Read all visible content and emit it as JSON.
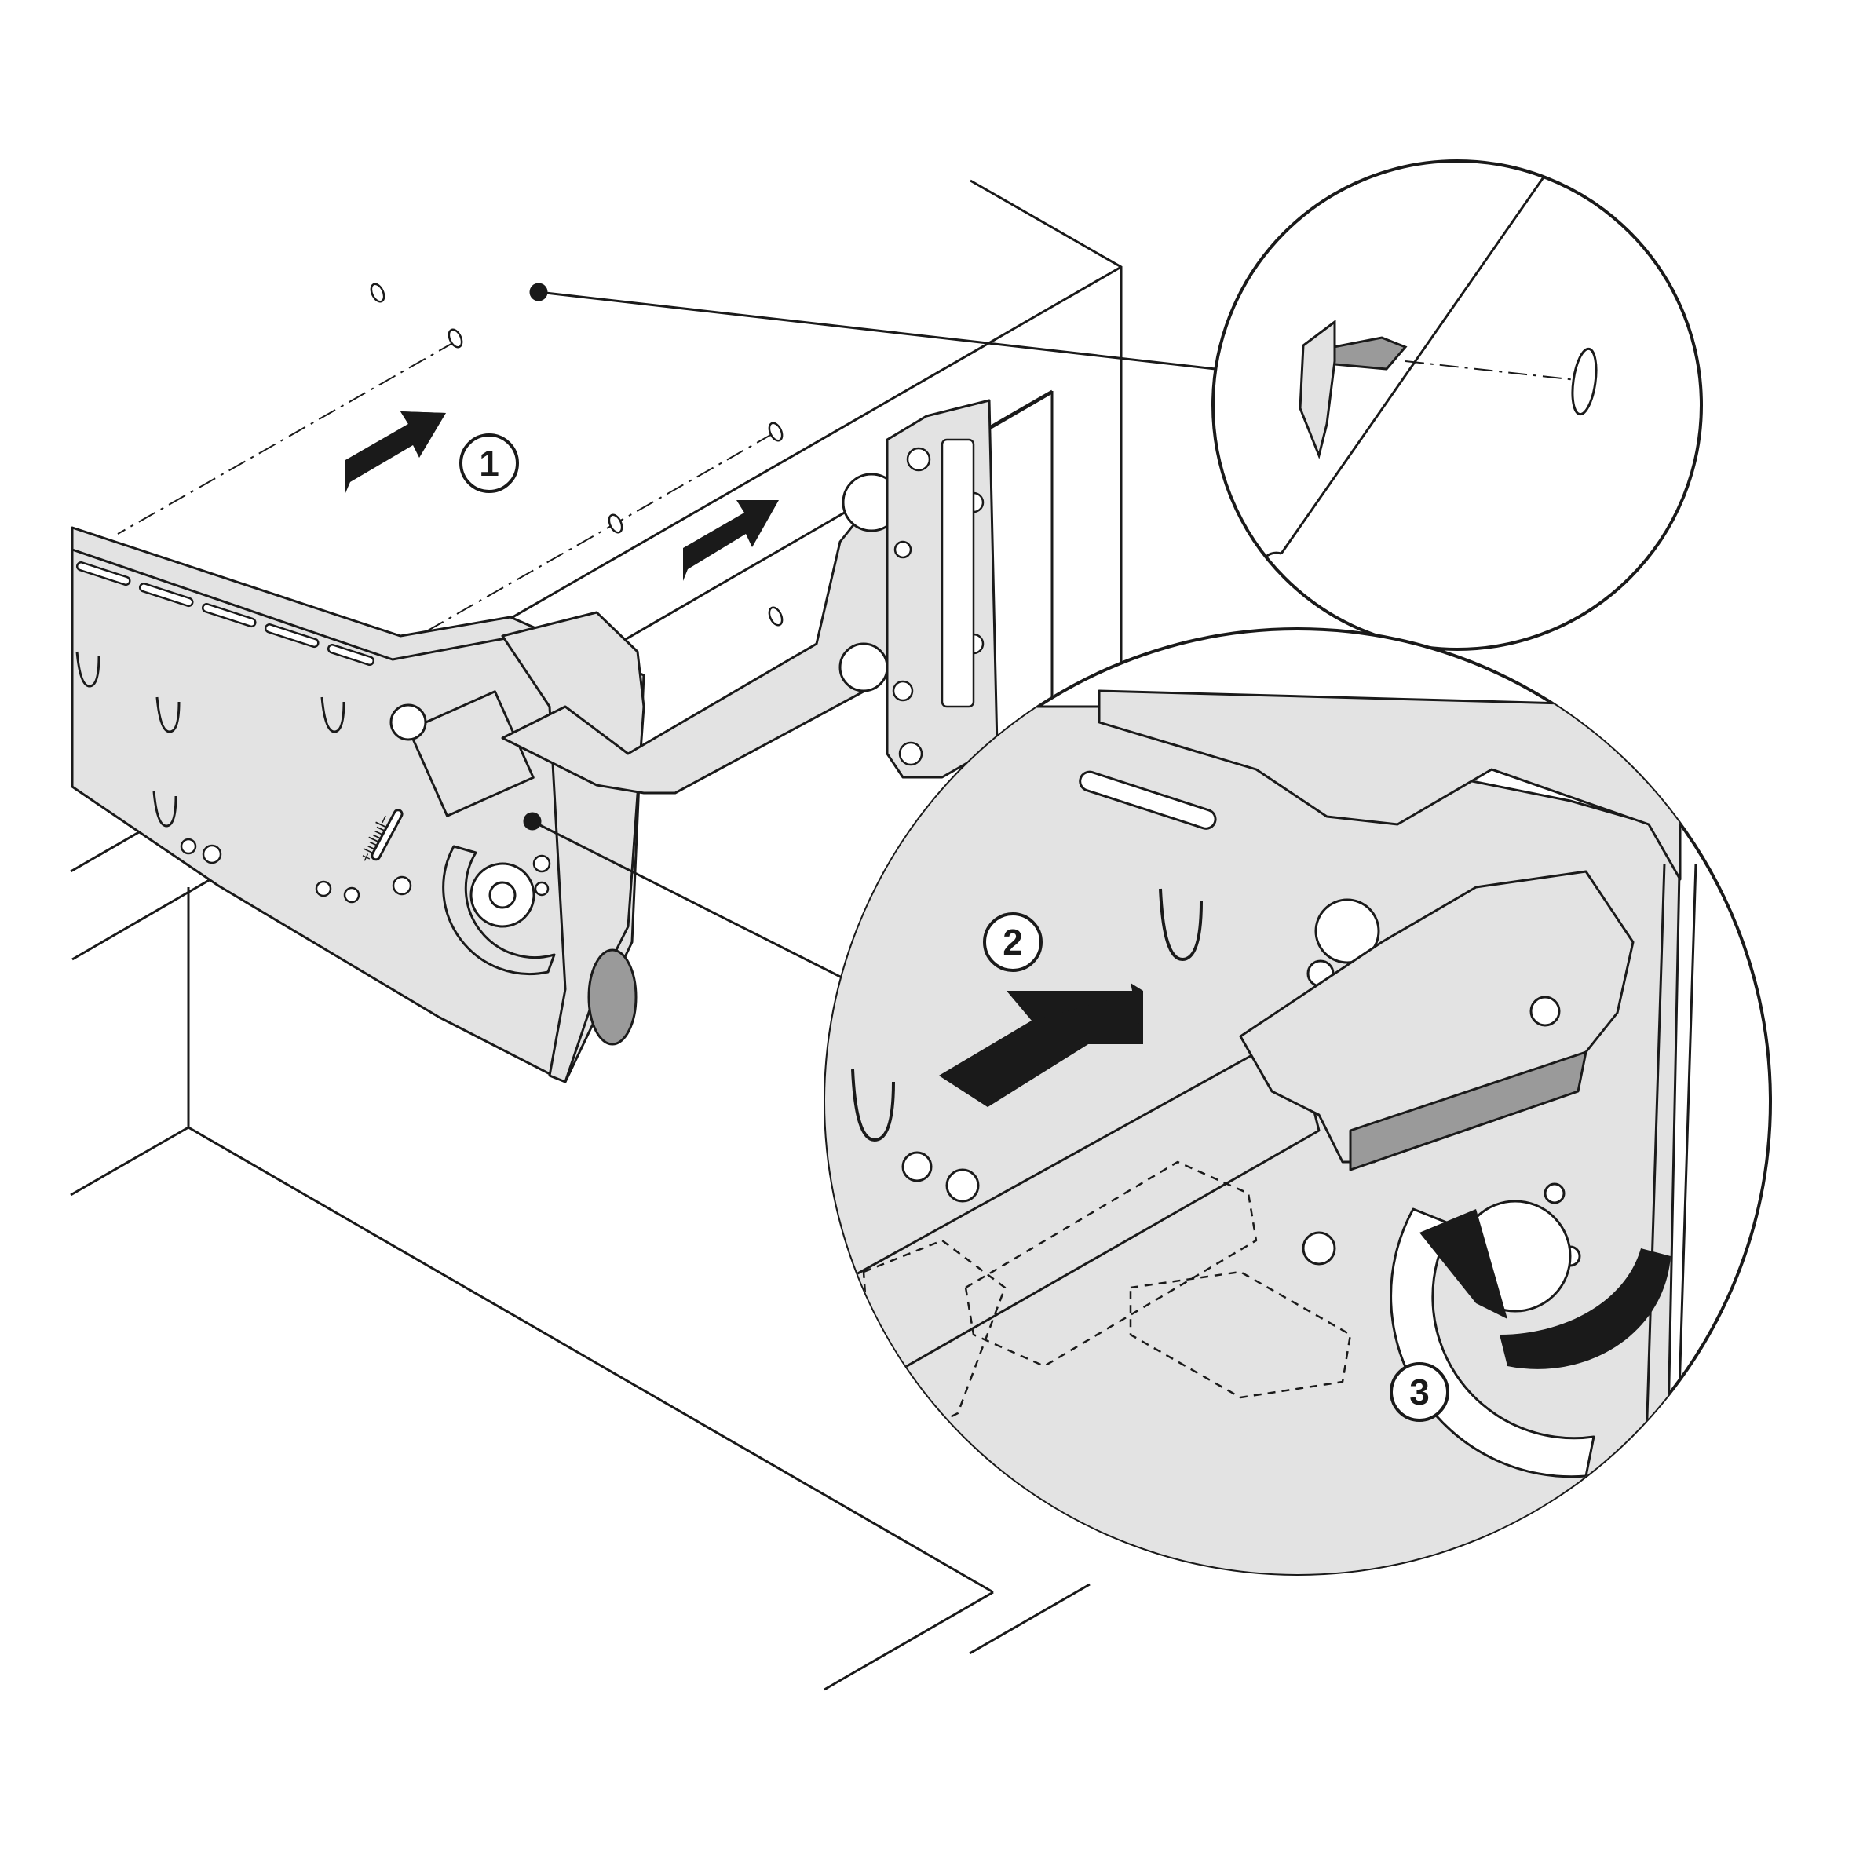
{
  "colors": {
    "ink": "#1a1a1a",
    "part_fill": "#e3e3e3",
    "part_dark": "#9a9a9a",
    "background": "#ffffff"
  },
  "steps": [
    {
      "label": "1"
    },
    {
      "label": "2"
    },
    {
      "label": "3"
    }
  ],
  "scale_marking": "+|ıılıııl−"
}
